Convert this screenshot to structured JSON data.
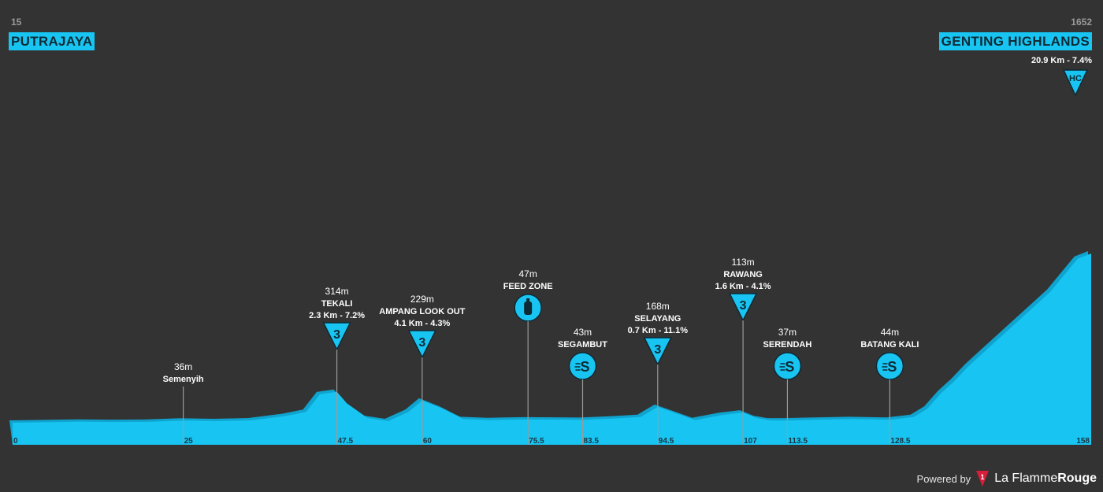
{
  "start": {
    "elevation": "15",
    "name": "PUTRAJAYA"
  },
  "finish": {
    "elevation": "1652",
    "name": "GENTING HIGHLANDS",
    "climb": "20.9 Km - 7.4%",
    "category": "HC"
  },
  "colors": {
    "profile": "#18c5f2",
    "profile_shadow": "#0fa4cf",
    "background": "#333333",
    "marker_line": "#9a9a9a",
    "logo_red": "#d61e3c"
  },
  "chart_data": {
    "type": "area",
    "xlim": [
      0,
      158
    ],
    "ylim": [
      0,
      1652
    ],
    "x_ticks": [
      "0",
      "25",
      "47.5",
      "60",
      "75.5",
      "83.5",
      "94.5",
      "107",
      "113.5",
      "128.5",
      "158"
    ],
    "series": [
      {
        "x": [
          0,
          5,
          10,
          15,
          20,
          25,
          30,
          35,
          40,
          43,
          45,
          47.5,
          49,
          52,
          55,
          58,
          60,
          63,
          66,
          70,
          75.5,
          80,
          83.5,
          88,
          92,
          94.5,
          97,
          100,
          104,
          107,
          109,
          111,
          113.5,
          118,
          123,
          128.5,
          132,
          134,
          136,
          138,
          140,
          142,
          144,
          146,
          148,
          150,
          152,
          154,
          156,
          158
        ],
        "y": [
          15,
          20,
          25,
          22,
          24,
          36,
          30,
          38,
          80,
          120,
          290,
          314,
          200,
          60,
          30,
          120,
          229,
          150,
          50,
          40,
          47,
          45,
          43,
          55,
          70,
          168,
          110,
          40,
          90,
          113,
          60,
          37,
          37,
          44,
          50,
          44,
          70,
          150,
          300,
          420,
          560,
          680,
          800,
          920,
          1040,
          1160,
          1280,
          1440,
          1600,
          1652
        ]
      }
    ],
    "markers": [
      {
        "km": 25,
        "elevation": "36m",
        "name": "Semenyih"
      },
      {
        "km": 47.5,
        "elevation": "314m",
        "name": "TEKALI",
        "climb": "2.3 Km - 7.2%",
        "icon": "kom",
        "category": "3"
      },
      {
        "km": 60,
        "elevation": "229m",
        "name": "AMPANG LOOK OUT",
        "climb": "4.1 Km - 4.3%",
        "icon": "kom",
        "category": "3"
      },
      {
        "km": 75.5,
        "elevation": "47m",
        "name": "FEED ZONE",
        "icon": "bottle"
      },
      {
        "km": 83.5,
        "elevation": "43m",
        "name": "SEGAMBUT",
        "icon": "sprint"
      },
      {
        "km": 94.5,
        "elevation": "168m",
        "name": "SELAYANG",
        "climb": "0.7 Km - 11.1%",
        "icon": "kom",
        "category": "3"
      },
      {
        "km": 107,
        "elevation": "113m",
        "name": "RAWANG",
        "climb": "1.6 Km - 4.1%",
        "icon": "kom",
        "category": "3"
      },
      {
        "km": 113.5,
        "elevation": "37m",
        "name": "SERENDAH",
        "icon": "sprint"
      },
      {
        "km": 128.5,
        "elevation": "44m",
        "name": "BATANG KALI",
        "icon": "sprint"
      }
    ]
  },
  "footer": {
    "powered_by": "Powered by",
    "brand_prefix": "La Flamme",
    "brand_suffix": "Rouge",
    "logo_glyph": "1"
  }
}
